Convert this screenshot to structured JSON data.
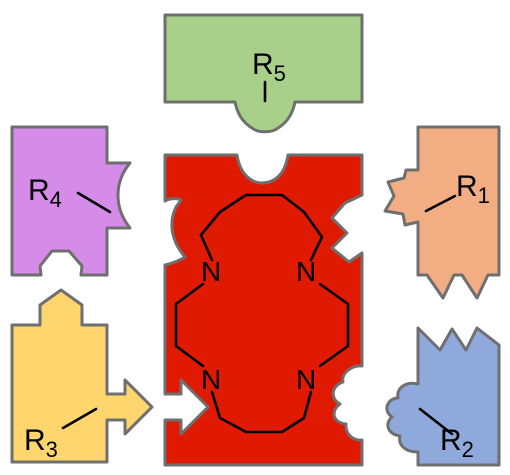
{
  "colors": {
    "core": "#e01a00",
    "r1": "#f2ad83",
    "r2": "#8fa9dc",
    "r3": "#ffd66e",
    "r4": "#d58ce8",
    "r5": "#a8d08b",
    "outline": "#6f6f6f"
  },
  "core": {
    "atoms": [
      "N",
      "N",
      "N",
      "N"
    ]
  },
  "pieces": [
    {
      "id": "r1",
      "label": "R",
      "subscript": "1"
    },
    {
      "id": "r2",
      "label": "R",
      "subscript": "2"
    },
    {
      "id": "r3",
      "label": "R",
      "subscript": "3"
    },
    {
      "id": "r4",
      "label": "R",
      "subscript": "4"
    },
    {
      "id": "r5",
      "label": "R",
      "subscript": "5"
    }
  ]
}
